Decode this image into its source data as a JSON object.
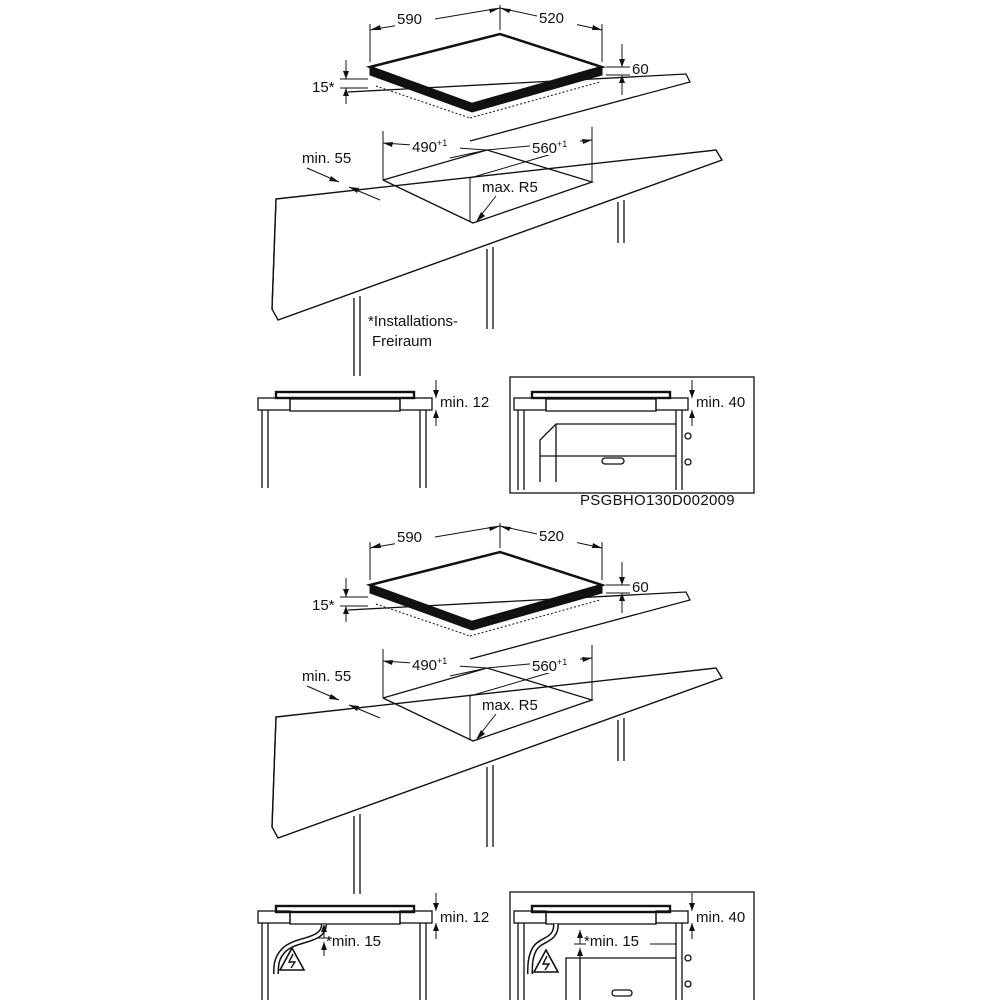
{
  "upper": {
    "hob_width": "590",
    "hob_depth": "520",
    "hob_height": "60",
    "gap_left": "15*",
    "cutout_width": "490",
    "cutout_width_tol": "+1",
    "cutout_depth": "560",
    "cutout_depth_tol": "+1",
    "front_distance": "min. 55",
    "corner_radius": "max. R5",
    "note_line1": "*Installations-",
    "note_line2": "Freiraum",
    "detail_left_gap": "min. 12",
    "detail_right_gap": "min. 40",
    "image_code": "PSGBHO130D002009"
  },
  "lower": {
    "hob_width": "590",
    "hob_depth": "520",
    "hob_height": "60",
    "gap_left": "15*",
    "cutout_width": "490",
    "cutout_width_tol": "+1",
    "cutout_depth": "560",
    "cutout_depth_tol": "+1",
    "front_distance": "min. 55",
    "corner_radius": "max. R5",
    "detail_left_gap": "min. 12",
    "detail_right_gap": "min. 40",
    "detail_left_clearance": "*min. 15",
    "detail_right_clearance": "*min. 15"
  },
  "icons": [
    "electrical-hazard-icon"
  ]
}
